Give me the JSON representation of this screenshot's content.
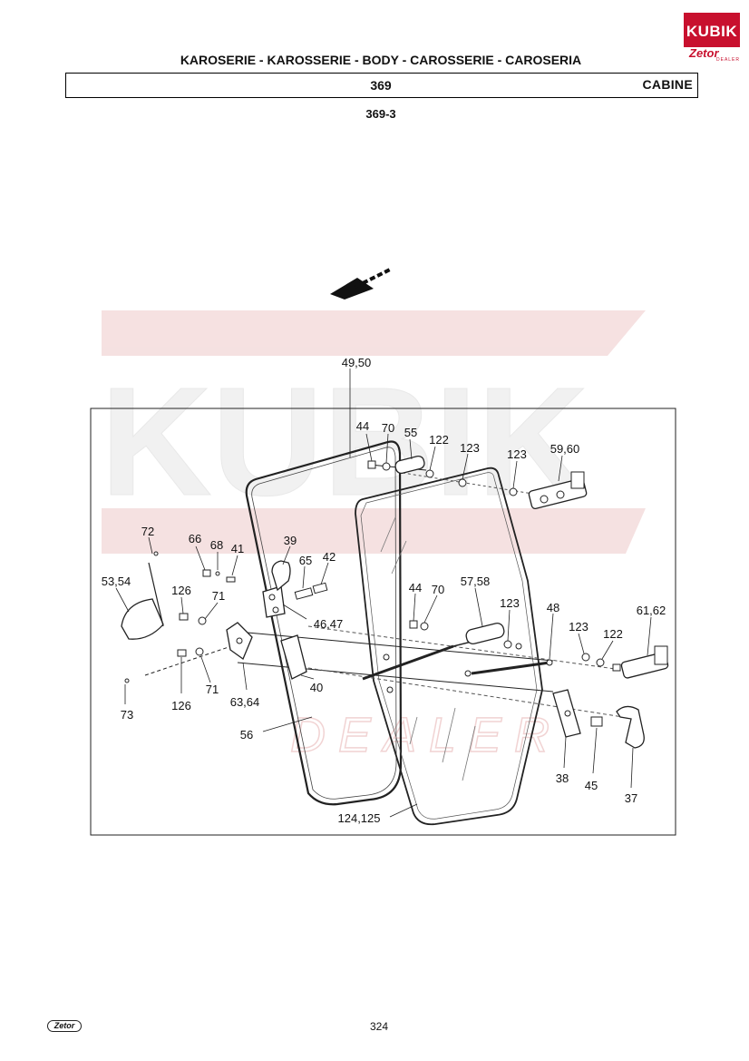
{
  "logo": {
    "top": "KUBIK",
    "middle": "Zetor",
    "bottom": "DEALER"
  },
  "header": {
    "title": "KAROSERIE - KAROSSERIE - BODY - CAROSSERIE - CAROSERIA",
    "code": "369",
    "section": "CABINE"
  },
  "subheader": {
    "code": "369-3"
  },
  "watermark": {
    "top": "KUBIK",
    "bottom": "DEALER"
  },
  "diagram": {
    "labels": {
      "l4950": "49,50",
      "l44a": "44",
      "l70a": "70",
      "l55": "55",
      "l122a": "122",
      "l123a": "123",
      "l123b": "123",
      "l5960": "59,60",
      "l72": "72",
      "l66": "66",
      "l68": "68",
      "l41": "41",
      "l39": "39",
      "l65": "65",
      "l42": "42",
      "l5354": "53,54",
      "l126a": "126",
      "l71a": "71",
      "l4647": "46,47",
      "l44b": "44",
      "l70b": "70",
      "l5758": "57,58",
      "l123c": "123",
      "l48": "48",
      "l123d": "123",
      "l122b": "122",
      "l6162": "61,62",
      "l126b": "126",
      "l71b": "71",
      "l6364": "63,64",
      "l40": "40",
      "l73": "73",
      "l56": "56",
      "l38": "38",
      "l45": "45",
      "l37": "37",
      "l124125": "124,125"
    }
  },
  "footer": {
    "logo": "Zetor",
    "page": "324"
  },
  "colors": {
    "accent": "#c8102e",
    "watermark": "#f3dcdc"
  }
}
